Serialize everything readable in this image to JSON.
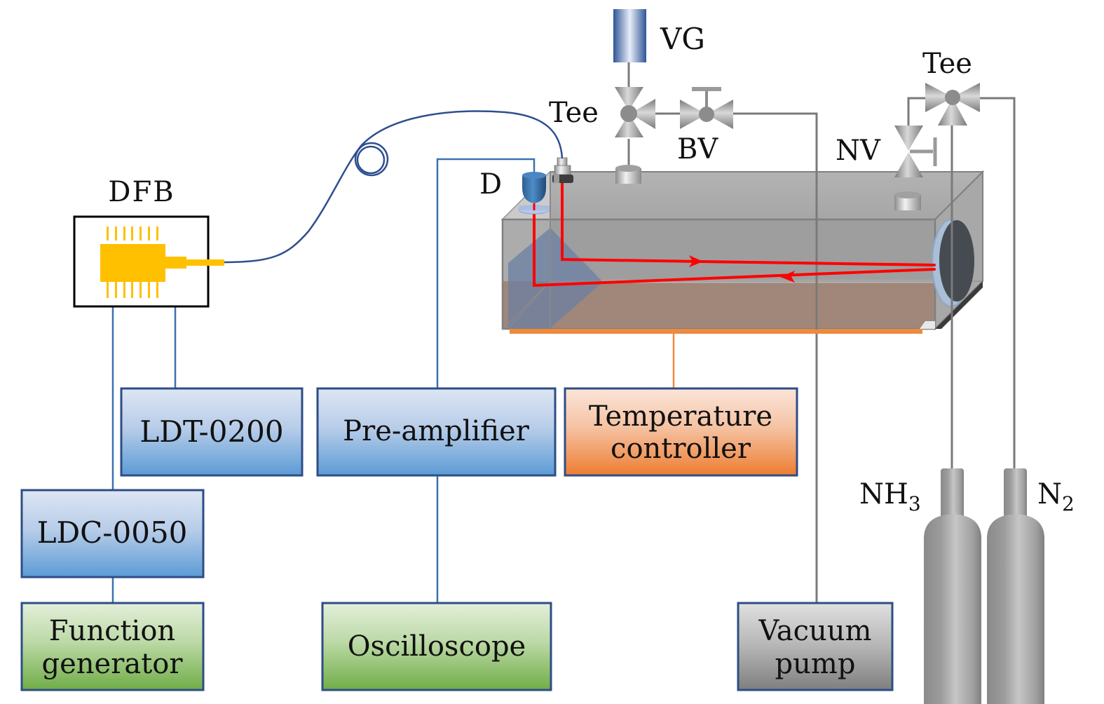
{
  "title": "Experimental setup for NH3 detection with DFB laser and gas cell",
  "colors": {
    "fiber": "#2f4f8f",
    "signal_wire": "#3a72b0",
    "gas_line": "#7a7a7a",
    "laser_beam": "#ff0000",
    "heater_line": "#ee8a3e",
    "dfb_chip": "#ffc000",
    "box_border": "#2e4d86"
  },
  "labels": {
    "dfb": "DFB",
    "detector": "D",
    "vacuum_gauge": "VG",
    "tee_left": "Tee",
    "tee_right": "Tee",
    "ball_valve": "BV",
    "needle_valve": "NV",
    "nh3_main": "NH",
    "nh3_sub": "3",
    "n2_main": "N",
    "n2_sub": "2"
  },
  "boxes": {
    "ldt": {
      "line1": "LDT-0200"
    },
    "ldc": {
      "line1": "LDC-0050"
    },
    "function_generator": {
      "line1": "Function",
      "line2": "generator"
    },
    "preamplifier": {
      "line1": "Pre-amplifier"
    },
    "oscilloscope": {
      "line1": "Oscilloscope"
    },
    "temperature_controller": {
      "line1": "Temperature",
      "line2": "controller"
    },
    "vacuum_pump": {
      "line1": "Vacuum",
      "line2": "pump"
    }
  }
}
